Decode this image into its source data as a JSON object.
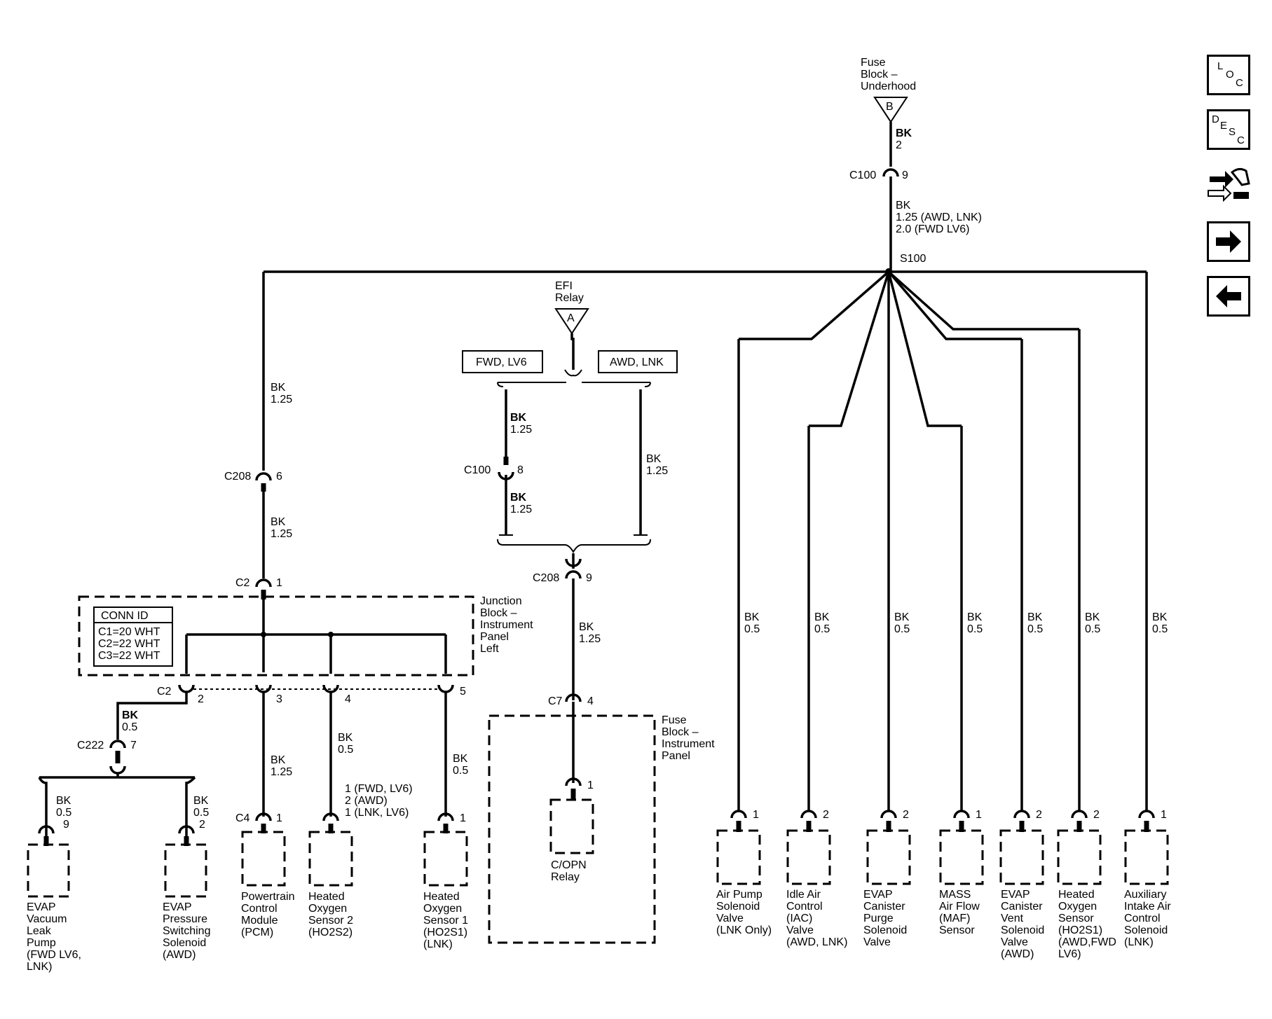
{
  "nav": {
    "loc": [
      "L",
      "O",
      "C"
    ],
    "desc": [
      "D",
      "E",
      "S",
      "C"
    ]
  },
  "top": {
    "fuse_underhood": [
      "Fuse",
      "Block –",
      "Underhood"
    ],
    "fuse_letter": "B",
    "wire1": [
      "BK",
      "2"
    ],
    "c100_name": "C100",
    "c100_pin": "9",
    "wire2": [
      "BK",
      "1.25 (AWD, LNK)",
      "2.0 (FWD LV6)"
    ],
    "splice": "S100"
  },
  "efi": {
    "label": [
      "EFI",
      "Relay"
    ],
    "letter": "A",
    "opt_left": "FWD, LV6",
    "opt_right": "AWD, LNK",
    "wire_a": [
      "BK",
      "1.25"
    ],
    "c100_name": "C100",
    "c100_pin": "8",
    "wire_b": [
      "BK",
      "1.25"
    ],
    "wire_right": [
      "BK",
      "1.25"
    ],
    "c208_name": "C208",
    "c208_pin": "9",
    "wire_c": [
      "BK",
      "1.25"
    ],
    "c7_name": "C7",
    "c7_pin": "4",
    "fuse_ip": [
      "Fuse",
      "Block –",
      "Instrument",
      "Panel"
    ],
    "relay_pin": "1",
    "relay_label": [
      "C/OPN",
      "Relay"
    ]
  },
  "left": {
    "wire_top": [
      "BK",
      "1.25"
    ],
    "c208_name": "C208",
    "c208_pin": "6",
    "wire_mid": [
      "BK",
      "1.25"
    ],
    "c2_name": "C2",
    "c2_pin": "1",
    "junction": [
      "Junction",
      "Block –",
      "Instrument",
      "Panel",
      "Left"
    ],
    "conn_id_title": "CONN ID",
    "conn_ids": [
      "C1=20 WHT",
      "C2=22 WHT",
      "C3=22 WHT"
    ],
    "c2b_name": "C2",
    "c2b_pins": [
      "2",
      "3",
      "4",
      "5"
    ],
    "wire_pin2": [
      "BK",
      "0.5"
    ],
    "c222_name": "C222",
    "c222_pin": "7",
    "wire_evap1": [
      "BK",
      "0.5",
      "9"
    ],
    "wire_evap2": [
      "BK",
      "0.5",
      "2"
    ],
    "evap_vac": [
      "EVAP",
      "Vacuum",
      "Leak",
      "Pump",
      "(FWD LV6,",
      "LNK)"
    ],
    "evap_press": [
      "EVAP",
      "Pressure",
      "Switching",
      "Solenoid",
      "(AWD)"
    ],
    "wire_pin3": [
      "BK",
      "1.25"
    ],
    "c4_name": "C4",
    "c4_pin": "1",
    "pcm": [
      "Powertrain",
      "Control",
      "Module",
      "(PCM)"
    ],
    "wire_pin4": [
      "BK",
      "0.5"
    ],
    "ho2s2_pins": [
      "1 (FWD, LV6)",
      "2 (AWD)",
      "1 (LNK, LV6)"
    ],
    "ho2s2": [
      "Heated",
      "Oxygen",
      "Sensor 2",
      "(HO2S2)"
    ],
    "wire_pin5": [
      "BK",
      "0.5"
    ],
    "ho2s1_pin": "1",
    "ho2s1": [
      "Heated",
      "Oxygen",
      "Sensor 1",
      "(HO2S1)",
      "(LNK)"
    ]
  },
  "right": {
    "branches": [
      {
        "wire": [
          "BK",
          "0.5"
        ],
        "pin": "1",
        "label": [
          "Air Pump",
          "Solenoid",
          "Valve",
          "(LNK Only)"
        ]
      },
      {
        "wire": [
          "BK",
          "0.5"
        ],
        "pin": "2",
        "label": [
          "Idle Air",
          "Control",
          "(IAC)",
          "Valve",
          "(AWD, LNK)"
        ]
      },
      {
        "wire": [
          "BK",
          "0.5"
        ],
        "pin": "2",
        "label": [
          "EVAP",
          "Canister",
          "Purge",
          "Solenoid",
          "Valve"
        ]
      },
      {
        "wire": [
          "BK",
          "0.5"
        ],
        "pin": "1",
        "label": [
          "MASS",
          "Air Flow",
          "(MAF)",
          "Sensor"
        ]
      },
      {
        "wire": [
          "BK",
          "0.5"
        ],
        "pin": "2",
        "label": [
          "EVAP",
          "Canister",
          "Vent",
          "Solenoid",
          "Valve",
          "(AWD)"
        ]
      },
      {
        "wire": [
          "BK",
          "0.5"
        ],
        "pin": "2",
        "label": [
          "Heated",
          "Oxygen",
          "Sensor",
          "(HO2S1)",
          "(AWD,FWD",
          "LV6)"
        ]
      },
      {
        "wire": [
          "BK",
          "0.5"
        ],
        "pin": "1",
        "label": [
          "Auxiliary",
          "Intake Air",
          "Control",
          "Solenoid",
          "(LNK)"
        ]
      }
    ]
  }
}
